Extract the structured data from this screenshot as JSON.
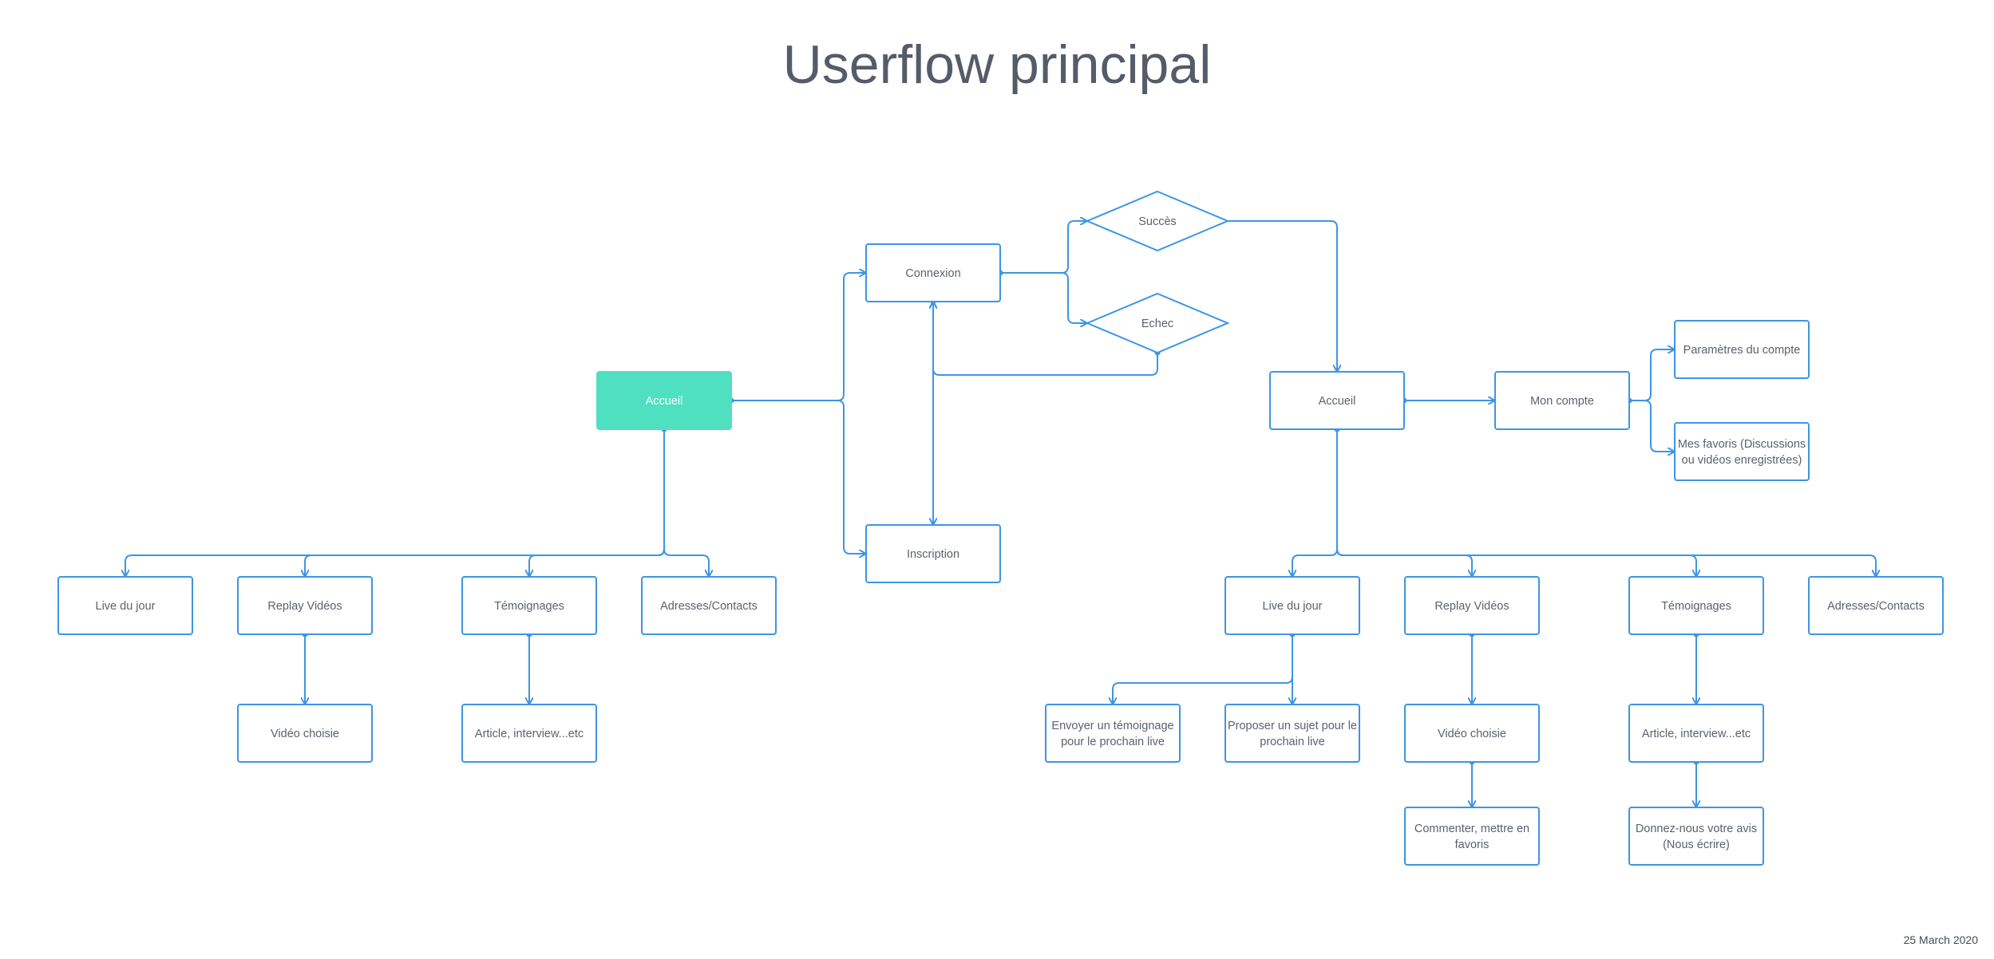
{
  "title": "Userflow principal",
  "date": "25 March 2020",
  "colors": {
    "accent": "#3d95e6",
    "primary_fill": "#4fe0c2",
    "text": "#5b6170"
  },
  "nodes": {
    "accueil_left": {
      "lines": [
        "Accueil"
      ]
    },
    "connexion": {
      "lines": [
        "Connexion"
      ]
    },
    "inscription": {
      "lines": [
        "Inscription"
      ]
    },
    "succes": {
      "lines": [
        "Succès"
      ]
    },
    "echec": {
      "lines": [
        "Echec"
      ]
    },
    "accueil_right": {
      "lines": [
        "Accueil"
      ]
    },
    "mon_compte": {
      "lines": [
        "Mon compte"
      ]
    },
    "parametres": {
      "lines": [
        "Paramètres du compte"
      ]
    },
    "favoris": {
      "lines": [
        "Mes favoris (Discussions",
        "ou vidéos enregistrées)"
      ]
    },
    "l_live": {
      "lines": [
        "Live du jour"
      ]
    },
    "l_replay": {
      "lines": [
        "Replay Vidéos"
      ]
    },
    "l_temoignages": {
      "lines": [
        "Témoignages"
      ]
    },
    "l_adresses": {
      "lines": [
        "Adresses/Contacts"
      ]
    },
    "l_video": {
      "lines": [
        "Vidéo choisie"
      ]
    },
    "l_article": {
      "lines": [
        "Article, interview...etc"
      ]
    },
    "r_live": {
      "lines": [
        "Live du jour"
      ]
    },
    "r_replay": {
      "lines": [
        "Replay Vidéos"
      ]
    },
    "r_temoignages": {
      "lines": [
        "Témoignages"
      ]
    },
    "r_adresses": {
      "lines": [
        "Adresses/Contacts"
      ]
    },
    "r_envoyer": {
      "lines": [
        "Envoyer un témoignage",
        "pour le prochain live"
      ]
    },
    "r_proposer": {
      "lines": [
        "Proposer un sujet pour le",
        "prochain live"
      ]
    },
    "r_video": {
      "lines": [
        "Vidéo choisie"
      ]
    },
    "r_article": {
      "lines": [
        "Article, interview...etc"
      ]
    },
    "r_commenter": {
      "lines": [
        "Commenter, mettre en",
        "favoris"
      ]
    },
    "r_donnez": {
      "lines": [
        "Donnez-nous votre avis",
        "(Nous écrire)"
      ]
    }
  }
}
